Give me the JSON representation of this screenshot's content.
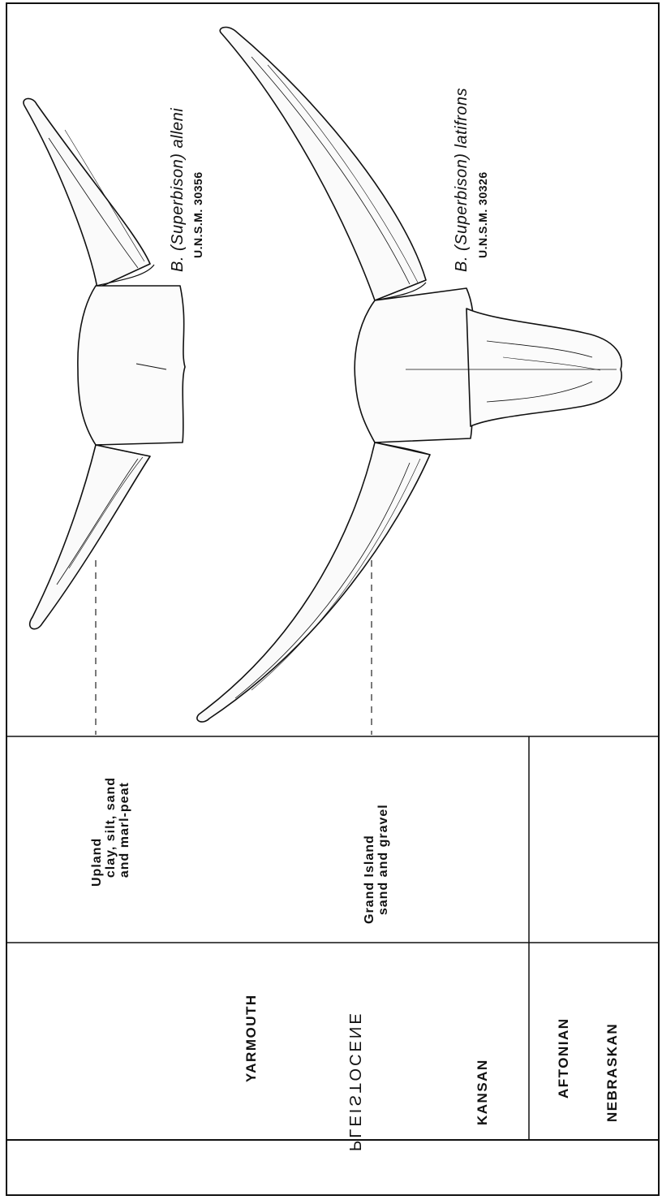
{
  "epoch": "PLEISTOCENE",
  "stages": {
    "yarmouth": "YARMOUTH",
    "kansan": "KANSAN",
    "aftonian": "AFTONIAN",
    "nebraskan": "NEBRASKAN"
  },
  "formations": {
    "upland": "Upland\n  clay, silt, sand\n  and marl-peat",
    "grand_island": "Grand Island\n  sand and gravel"
  },
  "specimens": [
    {
      "name": "B. (Superbison) alleni",
      "catalog": "U.N.S.M. 30356"
    },
    {
      "name": "B. (Superbison) latifrons",
      "catalog": "U.N.S.M. 30326"
    }
  ]
}
